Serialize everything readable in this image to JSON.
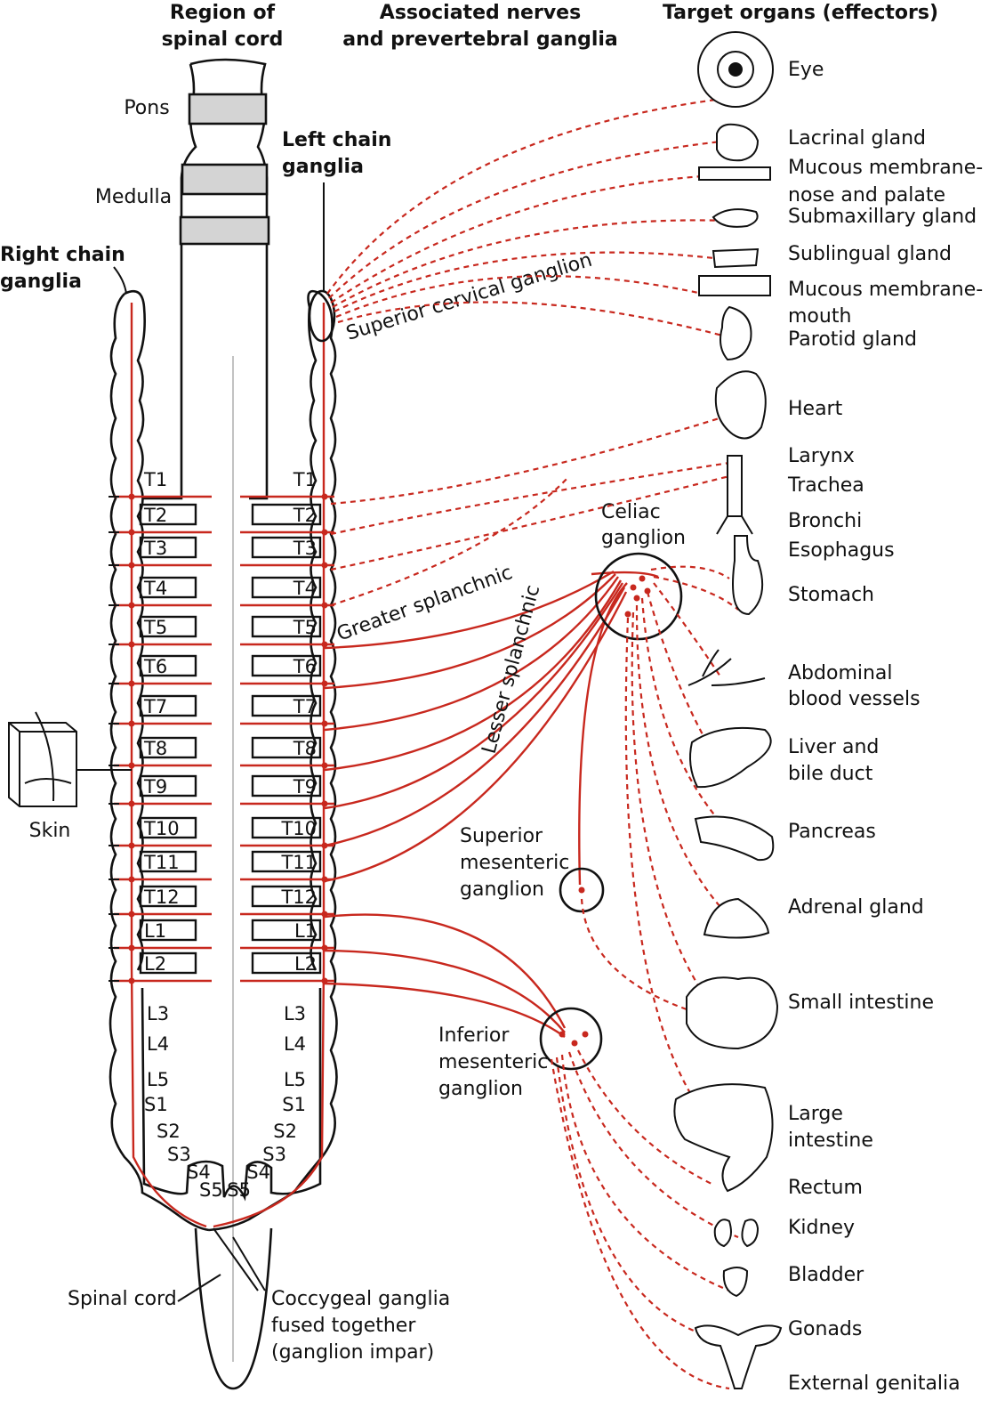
{
  "headers": {
    "region": [
      "Region of",
      "spinal cord"
    ],
    "nerves": [
      "Associated nerves",
      "and prevertebral ganglia"
    ],
    "targets": "Target organs (effectors)"
  },
  "brain": {
    "pons": "Pons",
    "medulla": "Medulla"
  },
  "chains": {
    "right": [
      "Right chain",
      "ganglia"
    ],
    "left": [
      "Left chain",
      "ganglia"
    ]
  },
  "superior_cervical": "Superior cervical ganglion",
  "greater_splanchnic": "Greater splanchnic",
  "lesser_splanchnic": "Lesser splanchnic",
  "celiac": [
    "Celiac",
    "ganglion"
  ],
  "superior_mesenteric": [
    "Superior",
    "mesenteric",
    "ganglion"
  ],
  "inferior_mesenteric": [
    "Inferior",
    "mesenteric",
    "ganglion"
  ],
  "skin": "Skin",
  "spinal_cord": "Spinal cord",
  "coccygeal": [
    "Coccygeal ganglia",
    "fused together",
    "(ganglion impar)"
  ],
  "segments_thoracolumbar": [
    "T1",
    "T2",
    "T3",
    "T4",
    "T5",
    "T6",
    "T7",
    "T8",
    "T9",
    "T10",
    "T11",
    "T12",
    "L1",
    "L2"
  ],
  "segments_lower": [
    "L3",
    "L4",
    "L5",
    "S1",
    "S2",
    "S3",
    "S4",
    "S5"
  ],
  "organs": {
    "eye": "Eye",
    "lacrinal": "Lacrinal gland",
    "mucous_nose": [
      "Mucous membrane-",
      "nose and palate"
    ],
    "submaxillary": "Submaxillary gland",
    "sublingual": "Sublingual gland",
    "mucous_mouth": [
      "Mucous membrane-",
      "mouth"
    ],
    "parotid": "Parotid gland",
    "heart": "Heart",
    "larynx": "Larynx",
    "trachea": "Trachea",
    "bronchi": "Bronchi",
    "esophagus": "Esophagus",
    "stomach": "Stomach",
    "abdominal": [
      "Abdominal",
      "blood vessels"
    ],
    "liver": [
      "Liver and",
      "bile duct"
    ],
    "pancreas": "Pancreas",
    "adrenal": "Adrenal gland",
    "small_intestine": "Small intestine",
    "large_intestine": [
      "Large",
      "intestine"
    ],
    "rectum": "Rectum",
    "kidney": "Kidney",
    "bladder": "Bladder",
    "gonads": "Gonads",
    "external_genitalia": "External genitalia"
  },
  "colors": {
    "nerve": "#c8281e",
    "outline": "#111111",
    "brainstem_band": "#d4d4d4"
  }
}
